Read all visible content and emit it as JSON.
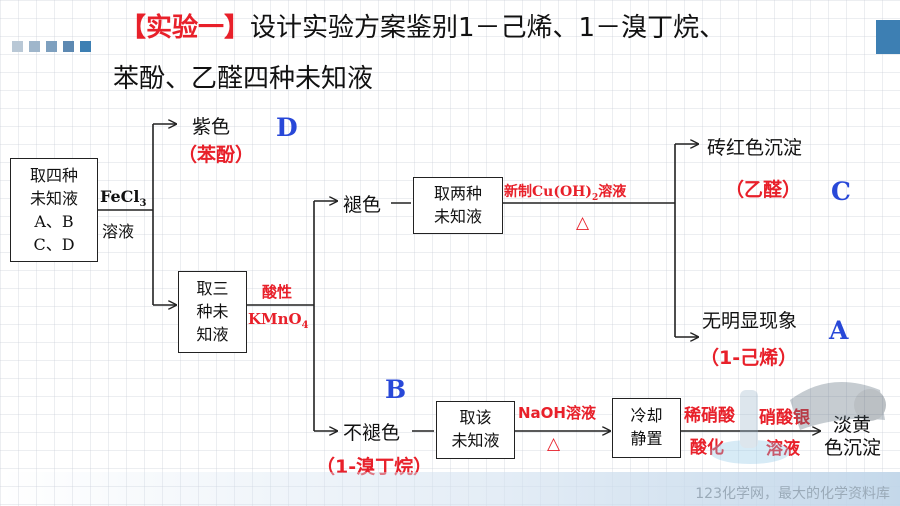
{
  "title": {
    "bracket": "【实验一】",
    "line1": "设计实验方案鉴别1－己烯、1－溴丁烷、",
    "line2": "苯酚、乙醛四种未知液"
  },
  "boxes": {
    "start": [
      "取四种",
      "未知液",
      "A、B",
      "C、D"
    ],
    "three": [
      "取三",
      "种未",
      "知液"
    ],
    "two": [
      "取两种",
      "未知液"
    ],
    "one": [
      "取该",
      "未知液"
    ],
    "cool": [
      "冷却",
      "静置"
    ]
  },
  "reagents": {
    "fecl3": "FeCl",
    "fecl3_sub": "3",
    "fecl3_solvent": "溶液",
    "kmno4_top": "酸性",
    "kmno4_name": "KMnO",
    "kmno4_sub": "4",
    "cuoh2_a": "新制Cu(OH)",
    "cuoh2_sub": "2",
    "cuoh2_b": "溶液",
    "heat1": "△",
    "naoh": "NaOH溶液",
    "heat2": "△",
    "hno3_a": "稀硝酸",
    "hno3_b": "酸化",
    "agno3_a": "硝酸银",
    "agno3_b": "溶液"
  },
  "results": {
    "purple": "紫色",
    "phenol": "（苯酚）",
    "decolor": "褪色",
    "no_decolor": "不褪色",
    "bromobutane": "（1-溴丁烷）",
    "brick_red": "砖红色沉淀",
    "acetaldehyde": "（乙醛）",
    "no_change": "无明显现象",
    "hexene": "（1-己烯）",
    "pale_yellow_a": "淡黄",
    "pale_yellow_b": "色沉淀"
  },
  "letters": {
    "D": "D",
    "C": "C",
    "A": "A",
    "B": "B"
  },
  "footer": "123化学网，最大的化学资料库",
  "colors": {
    "red": "#e8202a",
    "blue": "#2848d8",
    "accent_square": "#3d7fb3"
  }
}
